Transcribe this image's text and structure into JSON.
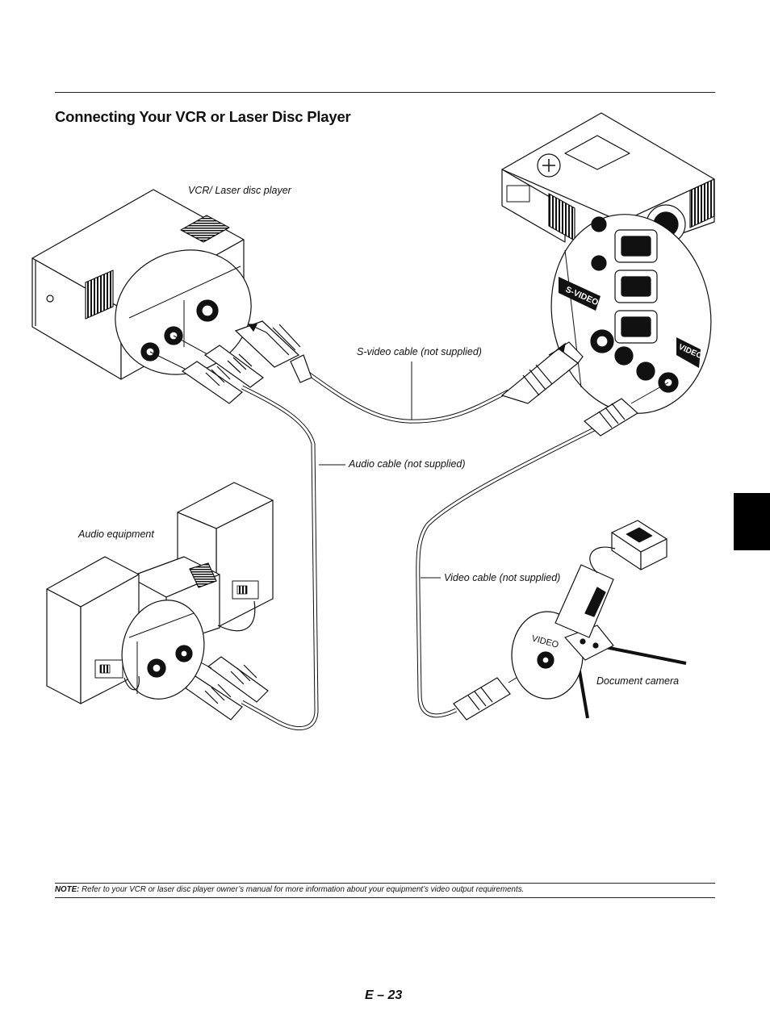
{
  "title": "Connecting Your VCR or Laser Disc Player",
  "labels": {
    "vcr": "VCR/ Laser disc player",
    "svideo_cable": "S-video cable (not supplied)",
    "audio_cable": "Audio cable (not supplied)",
    "audio_equipment": "Audio equipment",
    "video_cable": "Video cable (not supplied)",
    "document_camera": "Document camera"
  },
  "port_labels": {
    "svideo": "S-VIDEO",
    "video": "VIDEO",
    "camera_video": "VIDEO"
  },
  "note": {
    "prefix": "NOTE:",
    "text": " Refer to your VCR or laser disc player owner’s manual for more information about your equipment’s video output requirements."
  },
  "page_number": "E – 23"
}
